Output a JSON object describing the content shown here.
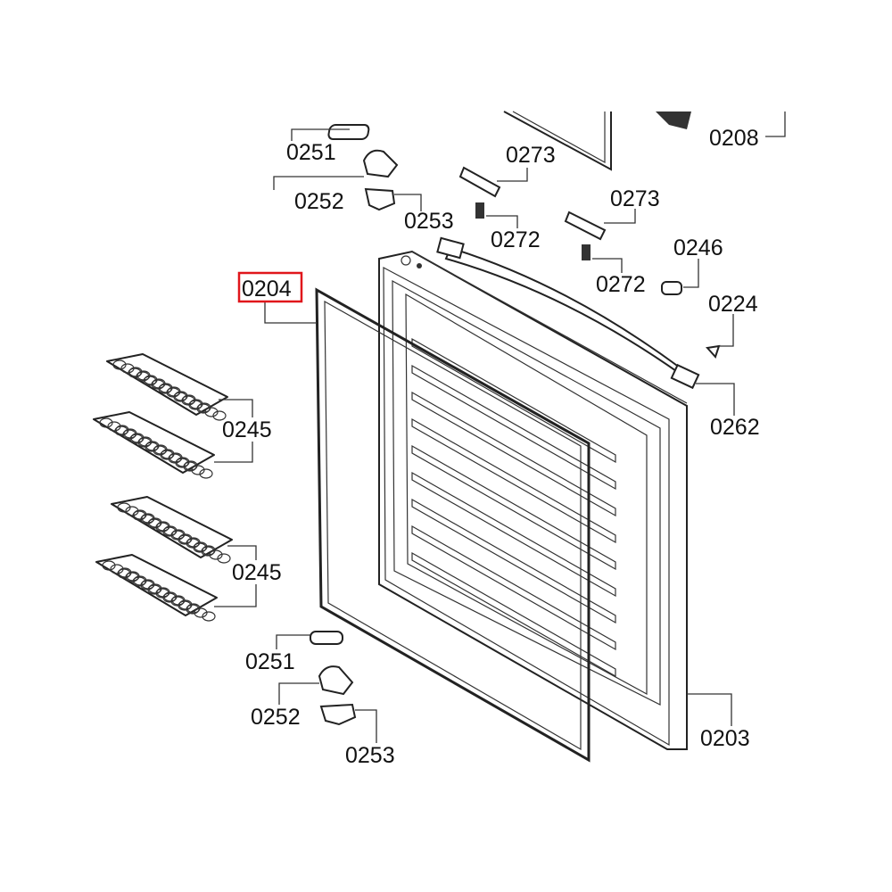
{
  "diagram": {
    "highlight_color": "#e0161b",
    "highlighted_part": "0204",
    "labels": {
      "p0208": "0208",
      "p0251_top": "0251",
      "p0252_top": "0252",
      "p0253_top": "0253",
      "p0273_a": "0273",
      "p0272_a": "0272",
      "p0273_b": "0273",
      "p0272_b": "0272",
      "p0246": "0246",
      "p0224": "0224",
      "p0262": "0262",
      "p0204": "0204",
      "p0245_a": "0245",
      "p0245_b": "0245",
      "p0251_bottom": "0251",
      "p0252_bottom": "0252",
      "p0253_bottom": "0253",
      "p0203": "0203"
    }
  }
}
